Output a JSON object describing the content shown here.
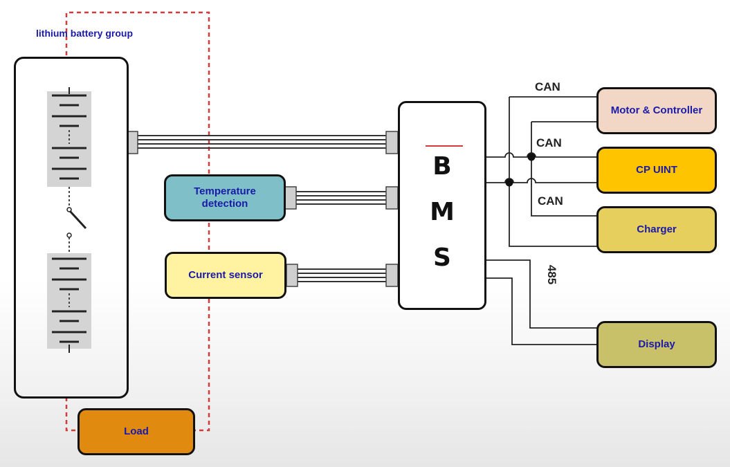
{
  "battery_group": {
    "label": "lithium battery group"
  },
  "bms": {
    "letters": [
      "B",
      "M",
      "S"
    ]
  },
  "sensors": {
    "temperature": "Temperature detection",
    "current": "Current sensor"
  },
  "load": {
    "label": "Load"
  },
  "devices": {
    "motor_controller": "Motor & Controller",
    "cp_unit": "CP UINT",
    "charger": "Charger",
    "display": "Display"
  },
  "bus_labels": {
    "can_1": "CAN",
    "can_2": "CAN",
    "can_3": "CAN",
    "rs485": "485"
  },
  "colors": {
    "motor_controller": "#f2d6c6",
    "cp_unit": "#ffc400",
    "charger": "#e7cf5e",
    "display": "#c9c06a",
    "temperature": "#7fbfc8",
    "current": "#fff2a0",
    "load": "#e08a10",
    "label_text": "#1a1aa8",
    "wire_dashed": "#d33b3b"
  }
}
